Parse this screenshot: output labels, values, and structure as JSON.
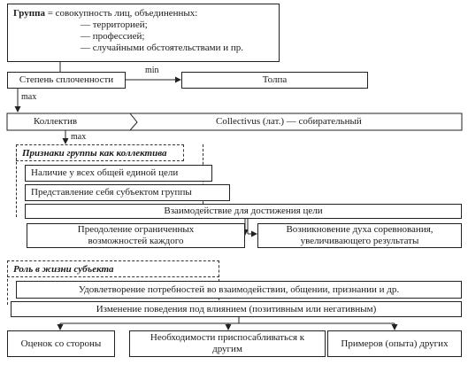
{
  "group_definition": {
    "term": "Группа",
    "definition": " = совокупность лиц, объединенных:",
    "items": [
      "— территорией;",
      "— профессией;",
      "— случайными обстоятельствами и пр."
    ]
  },
  "cohesion": {
    "degree": "Степень сплоченности",
    "min_label": "min",
    "max_label": "max",
    "crowd": "Толпа"
  },
  "collective": {
    "label": "Коллектив",
    "etymology": "Collectivus (лат.) — собирательный",
    "max_label": "max"
  },
  "collective_features": {
    "heading": "Признаки группы как коллектива",
    "items": [
      "Наличие у всех общей единой цели",
      "Представление себя субъектом группы",
      "Взаимодействие для достижения цели"
    ],
    "results": [
      "Преодоление ограниченных возможностей каждого",
      "Возникновение духа соревнования, увеличивающего результаты"
    ]
  },
  "subject_role": {
    "heading": "Роль в жизни субъекта",
    "items": [
      "Удовлетворение потребностей во взаимодействии, общении, признании и др.",
      "Изменение поведения под влиянием (позитивным или негативным)"
    ],
    "sources": [
      "Оценок со стороны",
      "Необходимости приспосабливаться к другим",
      "Примеров (опыта) других"
    ]
  }
}
